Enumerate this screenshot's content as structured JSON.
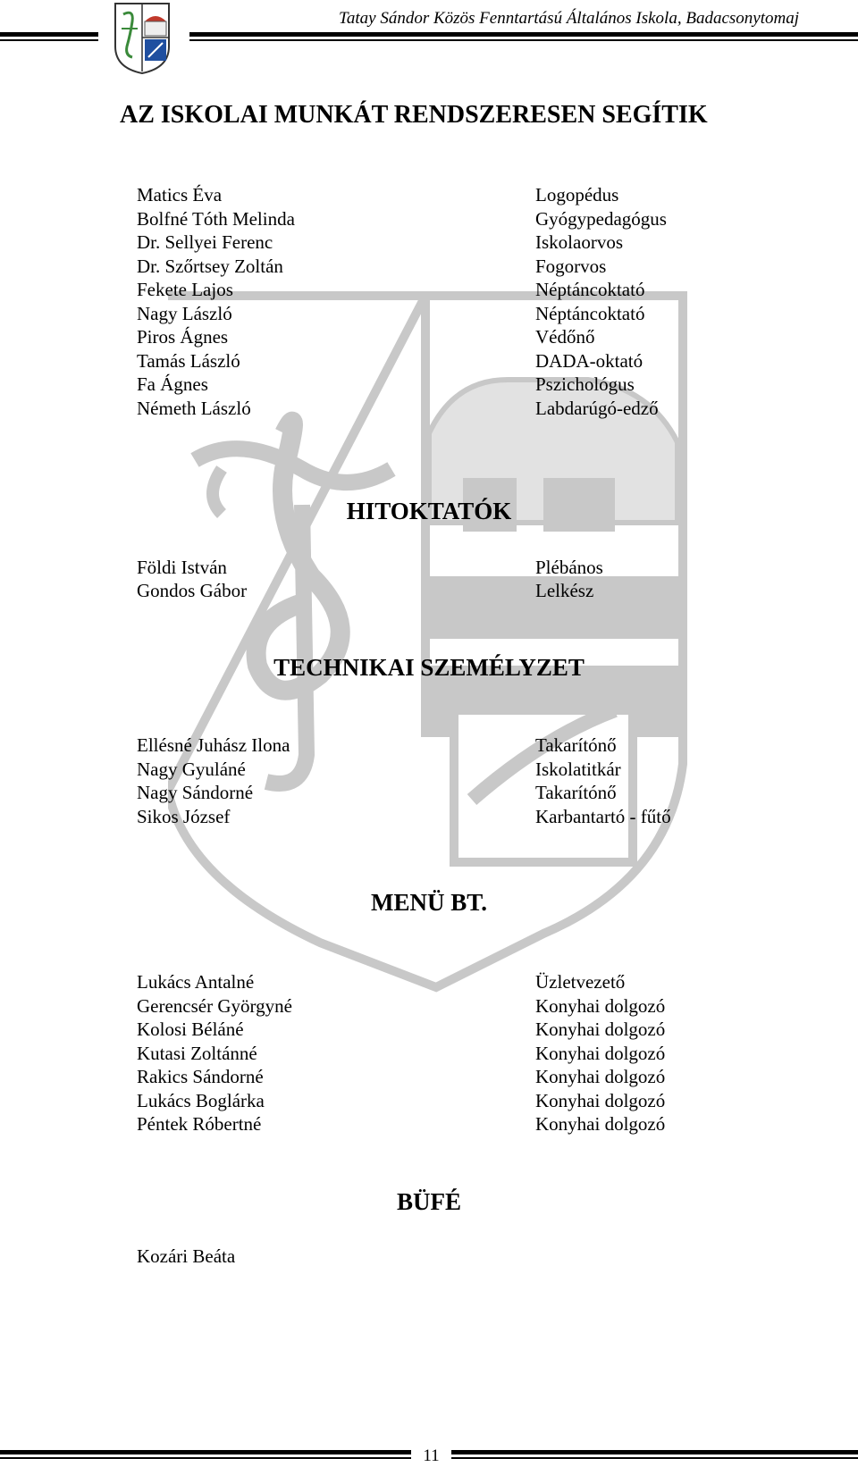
{
  "header": {
    "school_name": "Tatay Sándor Közös Fenntartású Általános Iskola, Badacsonytomaj",
    "logo_icon": "school-crest-icon"
  },
  "main_title": "AZ ISKOLAI MUNKÁT RENDSZERESEN SEGÍTIK",
  "helpers": [
    {
      "name": "Matics Éva",
      "role": "Logopédus"
    },
    {
      "name": "Bolfné Tóth Melinda",
      "role": "Gyógypedagógus"
    },
    {
      "name": "Dr. Sellyei Ferenc",
      "role": "Iskolaorvos"
    },
    {
      "name": "Dr. Szőrtsey Zoltán",
      "role": "Fogorvos"
    },
    {
      "name": "Fekete Lajos",
      "role": "Néptáncoktató"
    },
    {
      "name": "Nagy László",
      "role": "Néptáncoktató"
    },
    {
      "name": "Piros Ágnes",
      "role": "Védőnő"
    },
    {
      "name": "Tamás László",
      "role": "DADA-oktató"
    },
    {
      "name": "Fa Ágnes",
      "role": "Pszichológus"
    },
    {
      "name": "Németh László",
      "role": "Labdarúgó-edző"
    }
  ],
  "religion": {
    "heading": "HITOKTATÓK",
    "people": [
      {
        "name": "Földi István",
        "role": "Plébános"
      },
      {
        "name": "Gondos Gábor",
        "role": "Lelkész"
      }
    ]
  },
  "technical": {
    "heading": "TECHNIKAI SZEMÉLYZET",
    "people": [
      {
        "name": "Ellésné Juhász Ilona",
        "role": "Takarítónő"
      },
      {
        "name": "Nagy Gyuláné",
        "role": "Iskolatitkár"
      },
      {
        "name": "Nagy Sándorné",
        "role": "Takarítónő"
      },
      {
        "name": "Sikos József",
        "role": "Karbantartó - fűtő"
      }
    ]
  },
  "menu": {
    "heading": "MENÜ BT.",
    "people": [
      {
        "name": "Lukács Antalné",
        "role": "Üzletvezető"
      },
      {
        "name": "Gerencsér Györgyné",
        "role": "Konyhai dolgozó"
      },
      {
        "name": "Kolosi Béláné",
        "role": "Konyhai dolgozó"
      },
      {
        "name": "Kutasi Zoltánné",
        "role": "Konyhai dolgozó"
      },
      {
        "name": "Rakics Sándorné",
        "role": "Konyhai dolgozó"
      },
      {
        "name": "Lukács Boglárka",
        "role": "Konyhai dolgozó"
      },
      {
        "name": "Péntek Róbertné",
        "role": "Konyhai dolgozó"
      }
    ]
  },
  "buffet": {
    "heading": "BÜFÉ",
    "people": [
      {
        "name": "Kozári Beáta"
      }
    ]
  },
  "footer": {
    "page_number": "11"
  },
  "colors": {
    "watermark": "#c8c8c8",
    "logo_blue": "#1f4fa0",
    "logo_red": "#c0392b",
    "logo_green": "#3a8a3a"
  }
}
